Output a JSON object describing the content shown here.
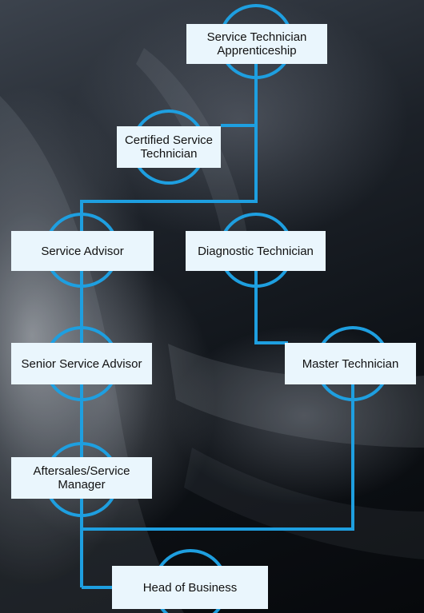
{
  "diagram": {
    "line_color": "#1e9fe0",
    "box_color": "#eaf6fd",
    "nodes": {
      "apprentice": "Service Technician Apprenticeship",
      "certified": "Certified Service Technician",
      "service_advisor": "Service Advisor",
      "diagnostic": "Diagnostic Technician",
      "senior_advisor": "Senior Service Advisor",
      "master": "Master Technician",
      "aftersales": "Aftersales/Service Manager",
      "head": "Head of Business"
    }
  }
}
